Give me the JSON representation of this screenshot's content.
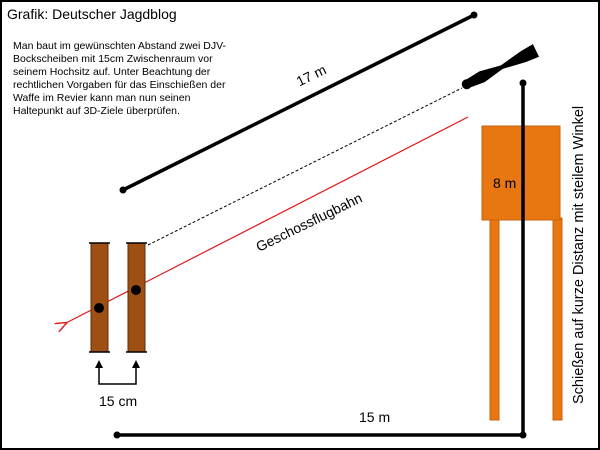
{
  "header": {
    "title": "Grafik: Deutscher Jagdblog"
  },
  "description": "Man baut im gewünschten Abstand zwei DJV-\nBockscheiben mit 15cm Zwischenraum vor\nseinem Hochsitz auf. Unter Beachtung der\nrechtlichen Vorgaben für das Einschießen der\nWaffe im Revier kann man nun seinen\nHaltepunkt auf 3D-Ziele überprüfen.",
  "labels": {
    "distance_direct": "17 m",
    "height": "8 m",
    "trajectory": "Geschossflugbahn",
    "target_gap": "15 cm",
    "distance_ground": "15 m",
    "side_caption": "Schießen auf kurze Distanz mit steilem Winkel"
  },
  "colors": {
    "target_board": "#9d4f14",
    "hochsitz": "#e87712",
    "trajectory": "#e01818",
    "line": "#000000"
  },
  "icons": {
    "rifle": "rifle-icon"
  }
}
